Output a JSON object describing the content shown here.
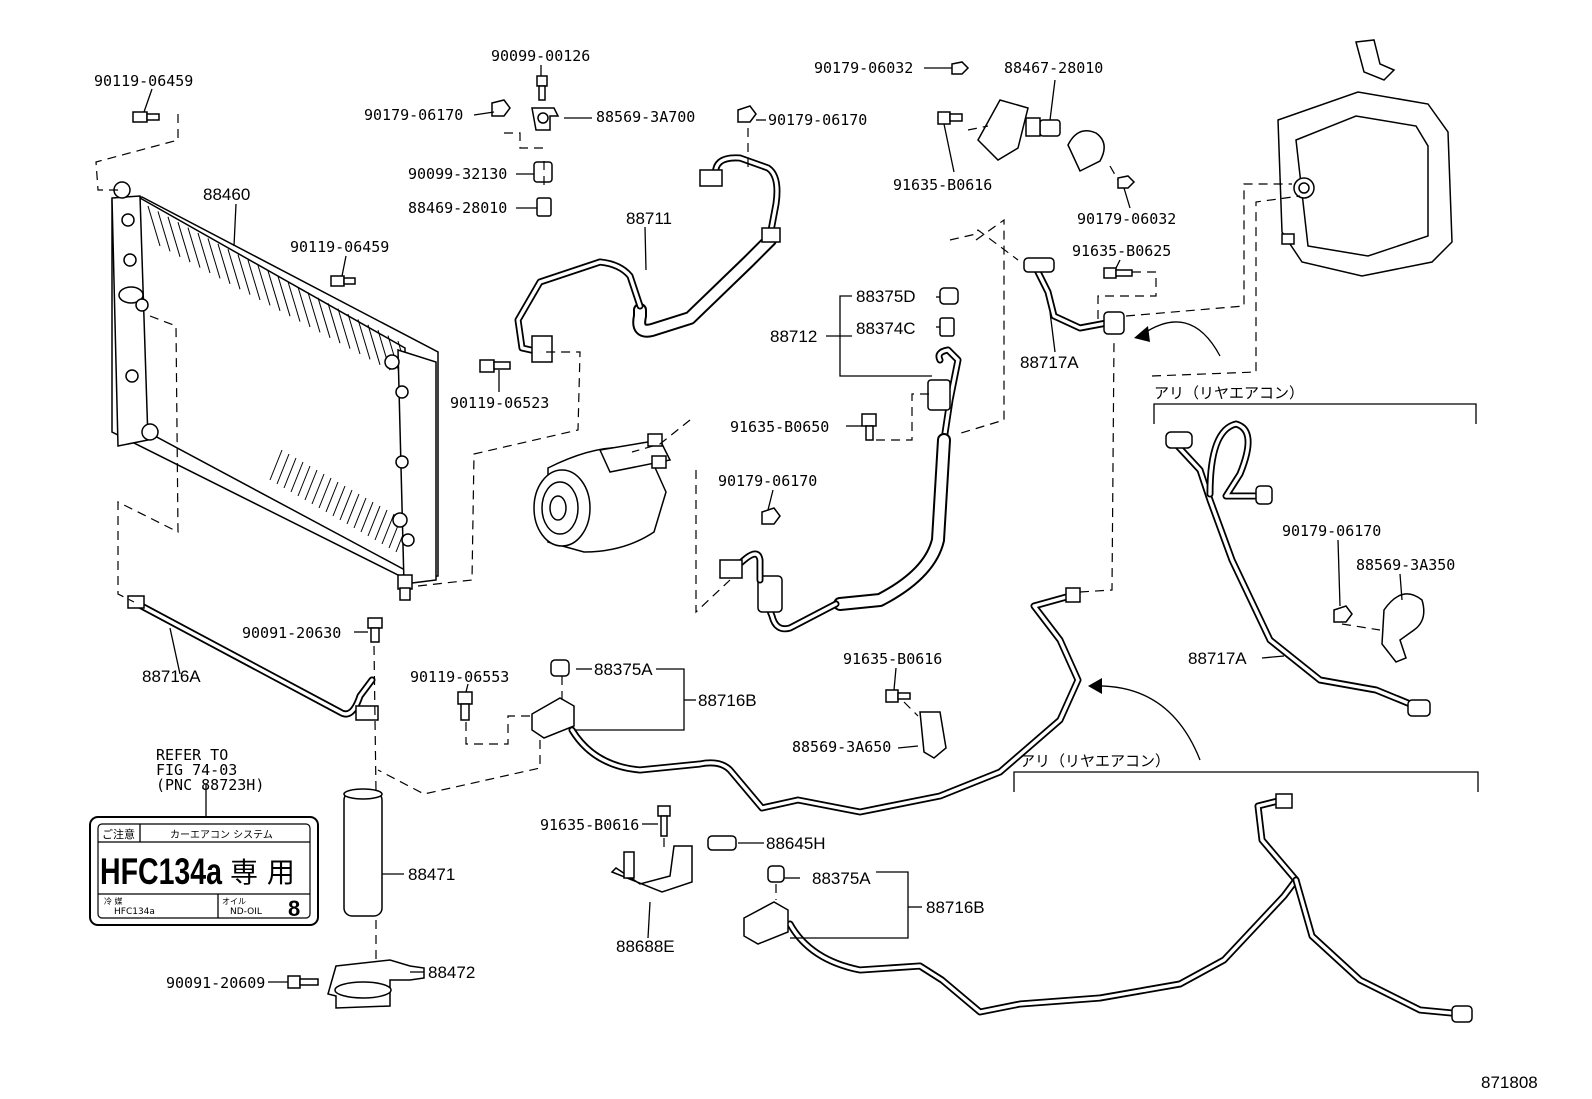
{
  "figure_id": "871808",
  "labels": [
    {
      "key": "p1",
      "text": "90119-06459"
    },
    {
      "key": "p2",
      "text": "88460"
    },
    {
      "key": "p3",
      "text": "90119-06459"
    },
    {
      "key": "p4",
      "text": "90099-00126"
    },
    {
      "key": "p5",
      "text": "90179-06170"
    },
    {
      "key": "p6",
      "text": "88569-3A700"
    },
    {
      "key": "p7",
      "text": "90099-32130"
    },
    {
      "key": "p8",
      "text": "88469-28010"
    },
    {
      "key": "p9",
      "text": "90179-06170"
    },
    {
      "key": "p10",
      "text": "88711"
    },
    {
      "key": "p11",
      "text": "90119-06523"
    },
    {
      "key": "p12",
      "text": "90179-06032"
    },
    {
      "key": "p13",
      "text": "88467-28010"
    },
    {
      "key": "p14",
      "text": "91635-B0616"
    },
    {
      "key": "p15",
      "text": "90179-06032"
    },
    {
      "key": "p16",
      "text": "91635-B0625"
    },
    {
      "key": "p17",
      "text": "88375D"
    },
    {
      "key": "p18",
      "text": "88374C"
    },
    {
      "key": "p19",
      "text": "88712"
    },
    {
      "key": "p20",
      "text": "88717A"
    },
    {
      "key": "p21",
      "text": "91635-B0650"
    },
    {
      "key": "p22",
      "text": "90179-06170"
    },
    {
      "key": "p23",
      "text": "90179-06170"
    },
    {
      "key": "p24",
      "text": "88569-3A350"
    },
    {
      "key": "p25",
      "text": "88717A"
    },
    {
      "key": "p26",
      "text": "90091-20630"
    },
    {
      "key": "p27",
      "text": "88716A"
    },
    {
      "key": "p28",
      "text": "90119-06553"
    },
    {
      "key": "p29",
      "text": "88375A"
    },
    {
      "key": "p30",
      "text": "88716B"
    },
    {
      "key": "p31",
      "text": "91635-B0616"
    },
    {
      "key": "p32",
      "text": "88569-3A650"
    },
    {
      "key": "p33",
      "text": "91635-B0616"
    },
    {
      "key": "p34",
      "text": "88645H"
    },
    {
      "key": "p35",
      "text": "88375A"
    },
    {
      "key": "p36",
      "text": "88716B"
    },
    {
      "key": "p37",
      "text": "88688E"
    },
    {
      "key": "p38",
      "text": "88471"
    },
    {
      "key": "p39",
      "text": "88472"
    },
    {
      "key": "p40",
      "text": "90091-20609"
    },
    {
      "key": "p41",
      "text": "アリ（リヤエアコン）"
    },
    {
      "key": "p42",
      "text": "アリ（リヤエアコン）"
    }
  ],
  "refer": {
    "line1": "REFER TO",
    "line2": "FIG 74-03",
    "line3": "(PNC 88723H)"
  },
  "plate": {
    "caution": "ご注意",
    "system": "カーエアコン システム",
    "main": "HFC134a",
    "kanji": "専 用",
    "refrigerant_label": "冷 媒",
    "refrigerant": "HFC134a",
    "oil_label": "オイル",
    "oil": "ND-OIL",
    "oil_num": "8"
  }
}
